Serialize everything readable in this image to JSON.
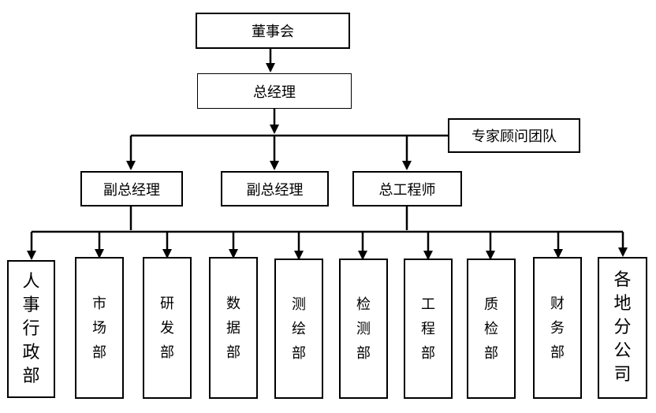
{
  "org_chart": {
    "board": {
      "label": "董事会"
    },
    "gm": {
      "label": "总经理"
    },
    "advisors": {
      "label": "专家顾问团队"
    },
    "deputy_1": {
      "label": "副总经理"
    },
    "deputy_2": {
      "label": "副总经理"
    },
    "chief_engineer": {
      "label": "总工程师"
    },
    "departments": [
      {
        "label": "人事行政部"
      },
      {
        "label": "市场部"
      },
      {
        "label": "研发部"
      },
      {
        "label": "数据部"
      },
      {
        "label": "测绘部"
      },
      {
        "label": "检测部"
      },
      {
        "label": "工程部"
      },
      {
        "label": "质检部"
      },
      {
        "label": "财务部"
      },
      {
        "label": "各地分公司"
      }
    ]
  }
}
